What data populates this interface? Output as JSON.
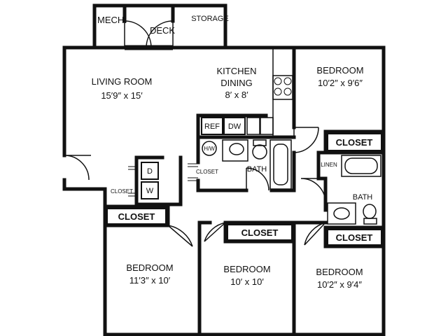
{
  "rooms": {
    "living_room": {
      "name": "LIVING ROOM",
      "size": "15′9″ x 15′"
    },
    "kitchen": {
      "name_line1": "KITCHEN",
      "name_line2": "DINING",
      "size": "8′ x 8′"
    },
    "bedroom_ne": {
      "name": "BEDROOM",
      "size": "10′2″ x 9′6″"
    },
    "bedroom_sw": {
      "name": "BEDROOM",
      "size": "11′3″ x 10′"
    },
    "bedroom_s": {
      "name": "BEDROOM",
      "size": "10′ x 10′"
    },
    "bedroom_se": {
      "name": "BEDROOM",
      "size": "10′2″ x 9′4″"
    },
    "mech": "MECH.",
    "deck": "DECK",
    "storage": "STORAGE",
    "bath_center": "BATH",
    "bath_east": "BATH",
    "linen": "LINEN",
    "hw": "H/W",
    "closet_small_center": "CLOSET",
    "closet_small_left": "CLOSET",
    "closet_ne": "CLOSET",
    "closet_sw": "CLOSET",
    "closet_s": "CLOSET",
    "closet_se": "CLOSET"
  },
  "appliances": {
    "ref": "REF",
    "dw": "DW",
    "dryer": "D",
    "washer": "W"
  }
}
